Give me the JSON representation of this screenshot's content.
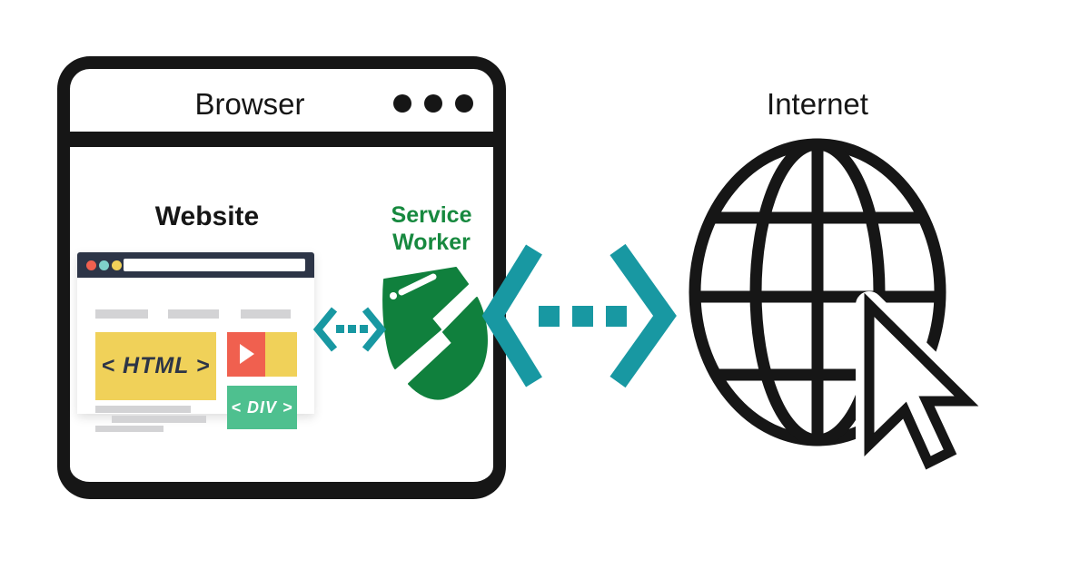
{
  "colors": {
    "ink": "#161616",
    "teal": "#1898a2",
    "sw-green": "#17893f",
    "shield-green": "#10803d",
    "navy": "#2d3547",
    "red": "#f0604f",
    "yellow": "#f0d159",
    "mint": "#4ec08f",
    "dot-teal": "#7fd0ca",
    "gray": "#d3d3d5"
  },
  "browser": {
    "title": "Browser"
  },
  "website": {
    "label": "Website",
    "html_tag": "< HTML >",
    "div_tag": "< DIV >"
  },
  "service_worker": {
    "line1": "Service",
    "line2": "Worker"
  },
  "internet": {
    "label": "Internet"
  },
  "icons": {
    "window_controls": "three-dots-icon",
    "play": "play-icon",
    "shield": "service-worker-shield-icon",
    "small_arrow": "bidirectional-sync-arrow-icon",
    "large_arrow": "bidirectional-sync-arrow-icon",
    "globe": "globe-icon",
    "cursor": "mouse-cursor-icon"
  }
}
